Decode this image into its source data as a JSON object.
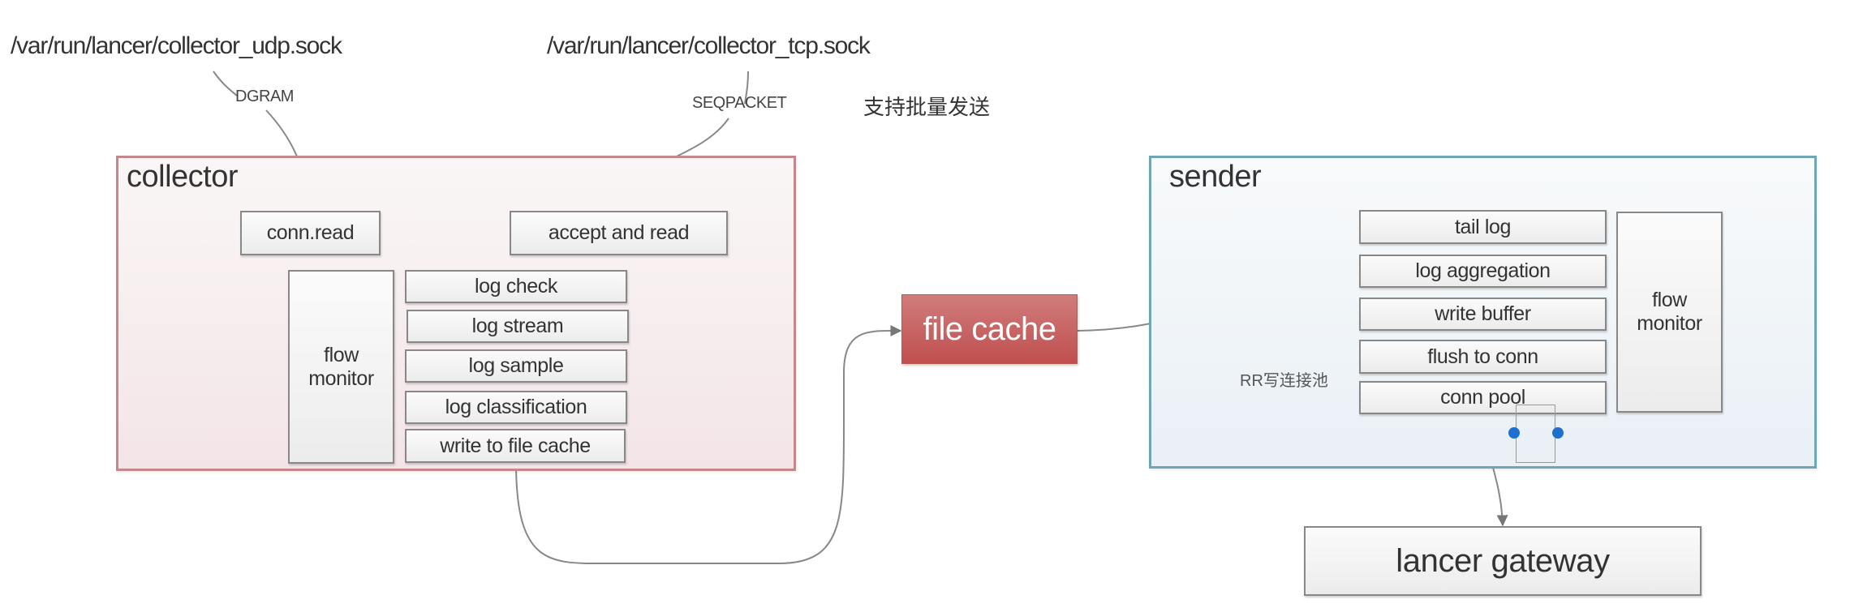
{
  "sockets": {
    "udp_path": "/var/run/lancer/collector_udp.sock",
    "udp_type": "DGRAM",
    "tcp_path": "/var/run/lancer/collector_tcp.sock",
    "tcp_type": "SEQPACKET",
    "tcp_note": "支持批量发送"
  },
  "collector": {
    "title": "collector",
    "inputs": [
      "conn.read",
      "accept and read"
    ],
    "monitor": "flow\nmonitor",
    "steps": [
      "log check",
      "log stream",
      "log sample",
      "log classification",
      "write to file cache"
    ]
  },
  "file_cache": {
    "label": "file cache",
    "color": "#c9514f"
  },
  "sender": {
    "title": "sender",
    "steps": [
      "tail log",
      "log aggregation",
      "write buffer",
      "flush to conn",
      "conn pool"
    ],
    "monitor": "flow\nmonitor",
    "pool_note": "RR写连接池"
  },
  "gateway": {
    "label": "lancer gateway"
  },
  "colors": {
    "collector_border": "#c4878d",
    "sender_border": "#6ea6b6",
    "connector": "#7a7a7a",
    "selection_handle": "#1e6fd0"
  }
}
